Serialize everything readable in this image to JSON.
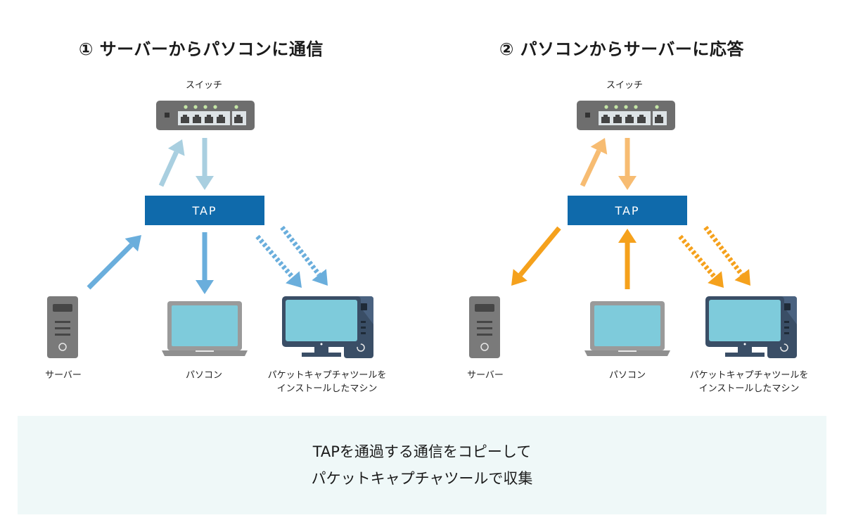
{
  "panels": [
    {
      "title": "① サーバーからパソコンに通信",
      "switch_label": "スイッチ",
      "tap_label": "TAP",
      "server_label": "サーバー",
      "pc_label": "パソコン",
      "capture_label_line1": "パケットキャプチャツールを",
      "capture_label_line2": "インストールしたマシン",
      "flow": "server-to-pc",
      "colors": {
        "light": "#a9cfe0",
        "main": "#6aaedc"
      }
    },
    {
      "title": "② パソコンからサーバーに応答",
      "switch_label": "スイッチ",
      "tap_label": "TAP",
      "server_label": "サーバー",
      "pc_label": "パソコン",
      "capture_label_line1": "パケットキャプチャツールを",
      "capture_label_line2": "インストールしたマシン",
      "flow": "pc-to-server",
      "colors": {
        "light": "#f7bc72",
        "main": "#f5a11c"
      }
    }
  ],
  "caption": {
    "line1": "TAPを通過する通信をコピーして",
    "line2": "パケットキャプチャツールで収集"
  },
  "colors": {
    "tap_box": "#0f6aab",
    "caption_bg": "#eff8f8",
    "device_gray": "#7a7a7a",
    "screen": "#7ecbdb",
    "desktop_body": "#3a4e66"
  }
}
